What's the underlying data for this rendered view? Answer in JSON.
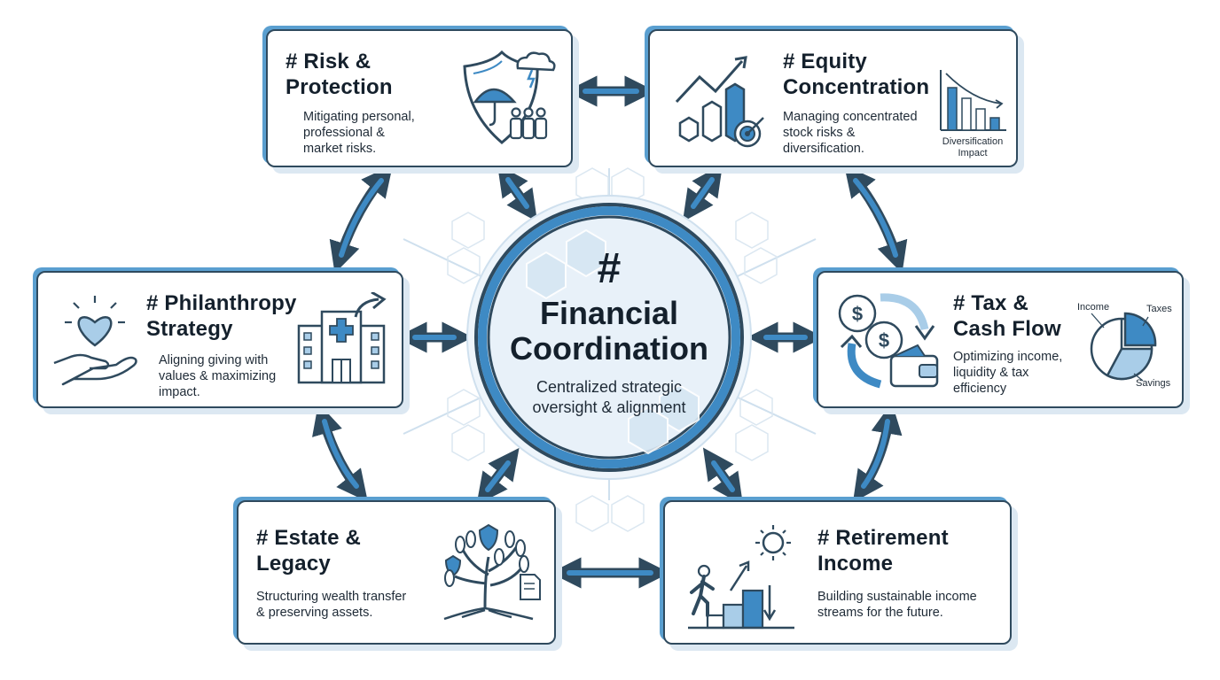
{
  "hub": {
    "hash": "#",
    "title": "Financial\nCoordination",
    "subtitle": "Centralized strategic\noversight & alignment"
  },
  "cards": {
    "risk": {
      "title": "# Risk &\nProtection",
      "desc": "Mitigating personal,\nprofessional &\nmarket risks.",
      "icon": "shield-umbrella-icon"
    },
    "equity": {
      "title": "# Equity\nConcentration",
      "desc": "Managing concentrated\nstock risks &\ndiversification.",
      "icon": "growth-chart-target-icon",
      "mini_chart_label": "Diversification\nImpact",
      "mini_chart_line1": "Diversification",
      "mini_chart_line2": "Impact"
    },
    "philanthropy": {
      "title": "# Philanthropy\nStrategy",
      "desc": "Aligning giving with\nvalues & maximizing\nimpact.",
      "icon": "heart-hand-icon",
      "icon2": "hospital-building-icon"
    },
    "tax": {
      "title": "# Tax &\nCash Flow",
      "desc": "Optimizing income,\nliquidity & tax\nefficiency",
      "icon": "cash-cycle-wallet-icon",
      "pie_labels": {
        "income": "Income",
        "taxes": "Taxes",
        "savings": "Savings"
      }
    },
    "estate": {
      "title": "# Estate &\nLegacy",
      "desc": "Structuring wealth transfer\n& preserving assets.",
      "icon": "tree-shield-icon"
    },
    "retirement": {
      "title": "# Retirement\nIncome",
      "desc": "Building sustainable income\nstreams for the future.",
      "icon": "stairs-sun-icon"
    }
  },
  "colors": {
    "accent": "#3e8ac4",
    "accent_light": "#a9cde8",
    "outline": "#2f4a5e",
    "text": "#14202c"
  }
}
